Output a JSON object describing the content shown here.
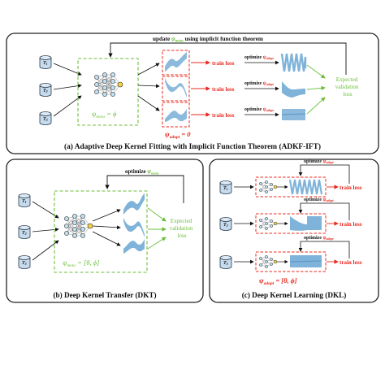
{
  "panel_a": {
    "caption": "(a) Adaptive Deep Kernel Fitting with Implicit Function Theorem (ADKF-IFT)",
    "update_text_prefix": "update",
    "update_symbol": "ψ",
    "update_symbol_sub": "meta",
    "update_text_suffix": "using implicit function theorem",
    "tasks": [
      "T",
      "T",
      "T"
    ],
    "task_subs": [
      "1",
      "2",
      "3"
    ],
    "meta_eq": "ψ",
    "meta_eq_sub": "meta",
    "meta_eq_rhs": "= ϕ",
    "train_loss": "train loss",
    "optimize": "optimize",
    "adapt_symbol": "ψ",
    "adapt_sub": "adapt",
    "adapt_zero_rhs": "= 0",
    "expected_val": [
      "Expected",
      "validation",
      "loss"
    ]
  },
  "panel_b": {
    "caption": "(b) Deep Kernel Transfer (DKT)",
    "optimize": "optimize",
    "meta_symbol": "ψ",
    "meta_sub": "meta",
    "meta_rhs": "= [θ, ϕ]",
    "expected_val": [
      "Expected",
      "validation",
      "loss"
    ]
  },
  "panel_c": {
    "caption": "(c) Deep Kernel Learning (DKL)",
    "optimize": "optimize",
    "adapt_symbol": "ψ",
    "adapt_sub": "adapt",
    "adapt_rhs": "= [θ, ϕ]",
    "train_loss": "train loss"
  },
  "colors": {
    "green": "#6cbe3a",
    "red": "#e8281e",
    "blue": "#7fb3d9",
    "node_blue": "#bfe0f2",
    "node_yellow": "#f6d23c",
    "db_fill": "#c6dcee"
  }
}
